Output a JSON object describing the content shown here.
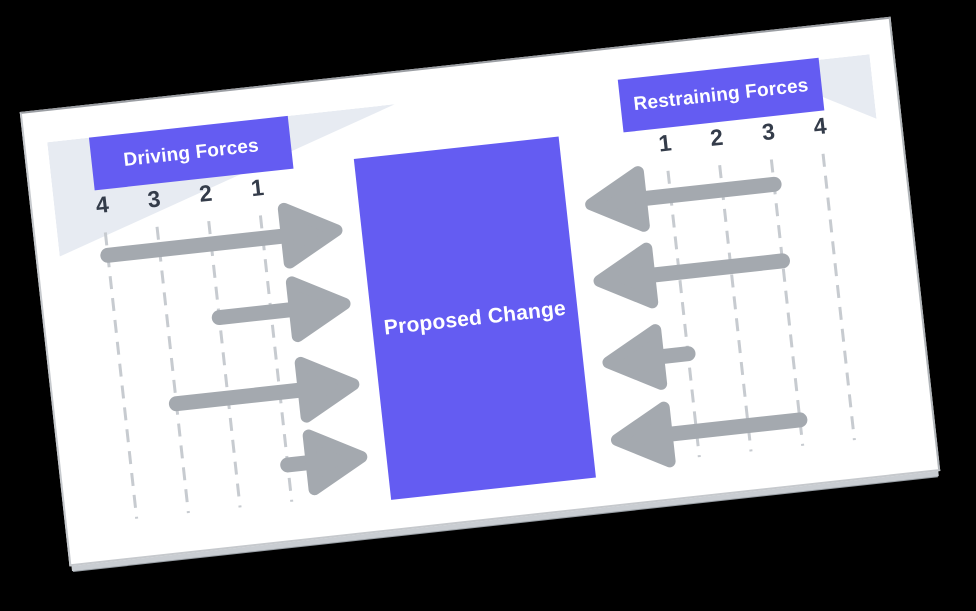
{
  "diagram": {
    "type": "force-field-analysis",
    "center_label": "Proposed Change",
    "driving": {
      "header": "Driving Forces",
      "direction": "right",
      "scale_labels": [
        "4",
        "3",
        "2",
        "1"
      ],
      "arrows": [
        {
          "row": 1,
          "strength": 4
        },
        {
          "row": 2,
          "strength": 2
        },
        {
          "row": 3,
          "strength": 3
        },
        {
          "row": 4,
          "strength": 1
        }
      ]
    },
    "restraining": {
      "header": "Restraining Forces",
      "direction": "left",
      "scale_labels": [
        "1",
        "2",
        "3",
        "4"
      ],
      "arrows": [
        {
          "row": 1,
          "strength": 3
        },
        {
          "row": 2,
          "strength": 3
        },
        {
          "row": 3,
          "strength": 1
        },
        {
          "row": 4,
          "strength": 3
        }
      ]
    },
    "colors": {
      "accent": "#645cf2",
      "arrow_gray": "#a4a9af",
      "gridline_gray": "#c7cbd0",
      "ribbon_gray": "#e7ebf2",
      "scale_number": "#343c4a",
      "header_text": "#ffffff",
      "card_bg": "#ffffff",
      "page_bg": "#000000"
    }
  }
}
